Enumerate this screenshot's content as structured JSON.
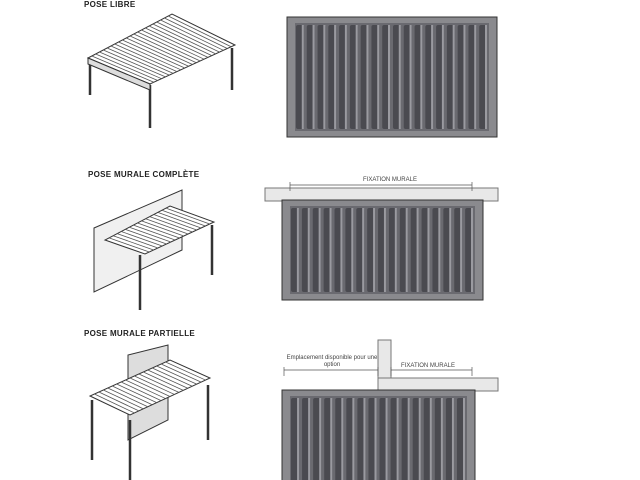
{
  "sections": [
    {
      "title": "POSE LIBRE"
    },
    {
      "title": "POSE MURALE COMPLÈTE",
      "wall_label": "FIXATION MURALE"
    },
    {
      "title": "POSE MURALE PARTIELLE",
      "option_label": "Emplacement disponible pour une option",
      "wall_label": "FIXATION MURALE"
    }
  ],
  "colors": {
    "frame": "#8a8a8e",
    "slat_dark": "#4a4a50",
    "slat_light": "#9a9aa0",
    "wall": "#e8e8e8",
    "line": "#333333"
  }
}
